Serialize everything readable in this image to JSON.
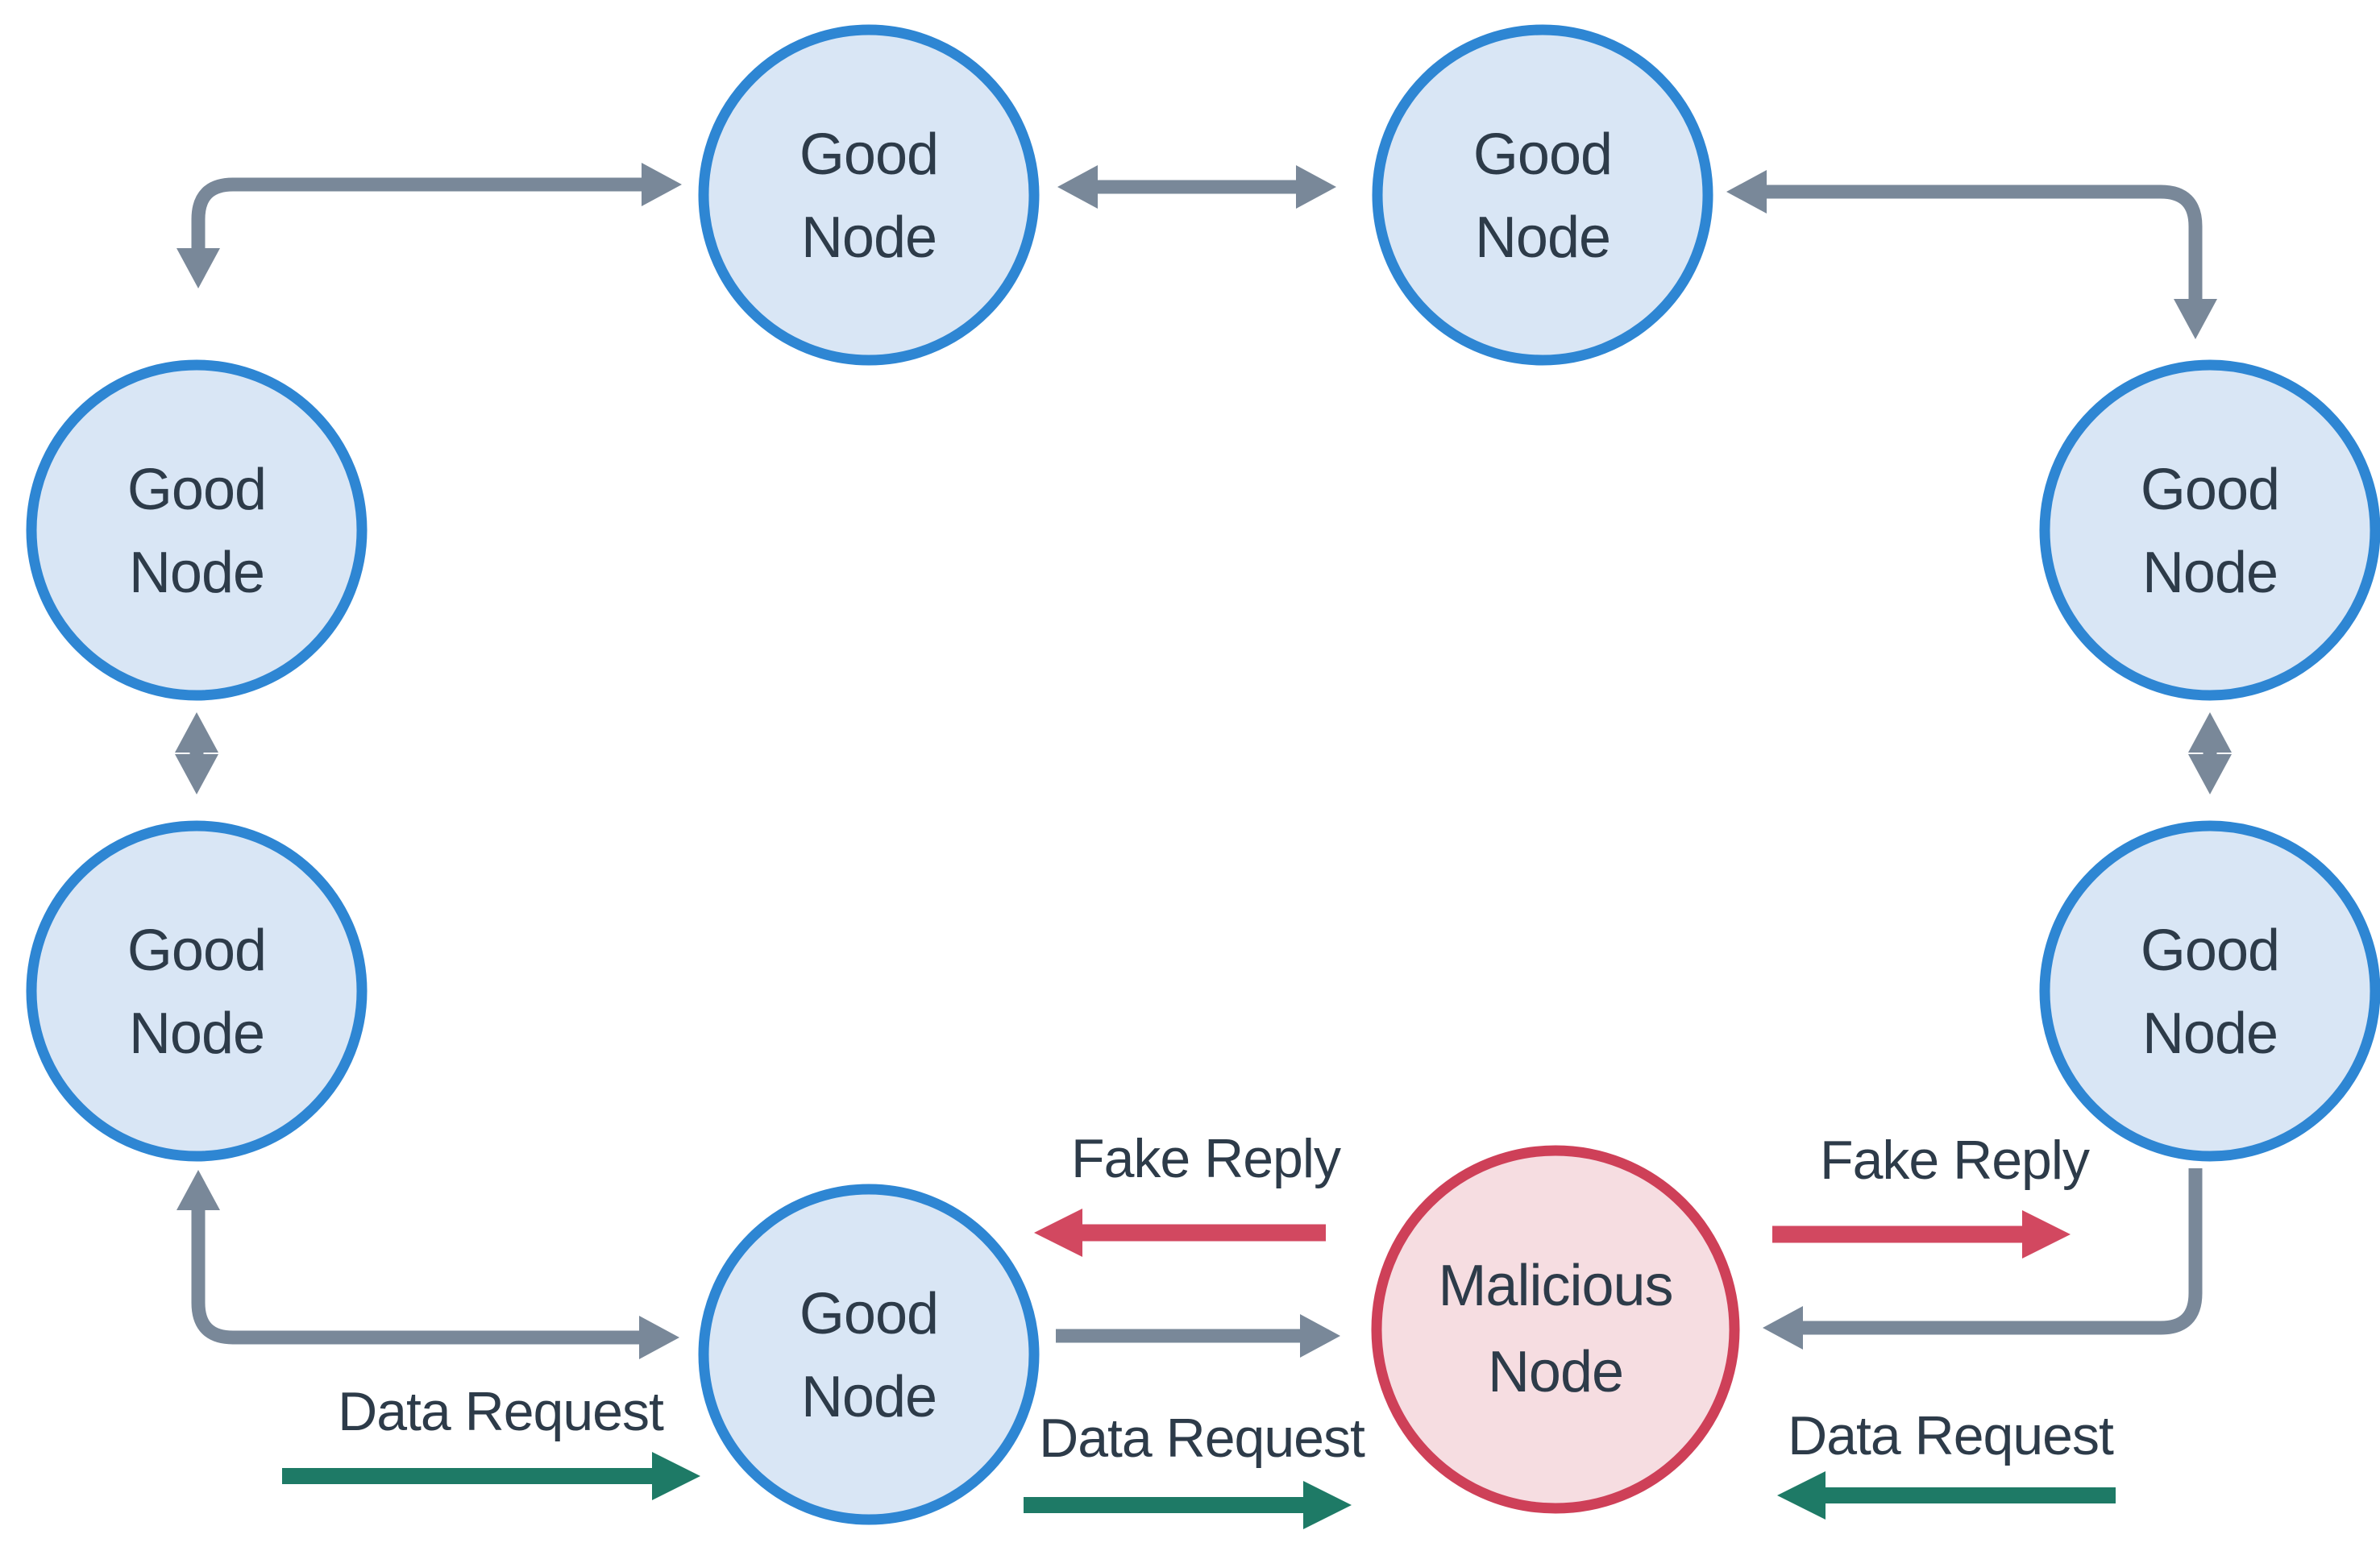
{
  "colors": {
    "background": "#ffffff",
    "good_node_fill": "#d9e6f5",
    "good_node_stroke": "#2e86d3",
    "malicious_node_fill": "#f6dde1",
    "malicious_node_stroke": "#ce4058",
    "arrow_gray": "#798899",
    "arrow_red": "#d24860",
    "arrow_green": "#1e7a66",
    "label_text": "#2d3b49"
  },
  "nodes": [
    {
      "id": "good-top-left",
      "type": "good",
      "label": "Good Node",
      "line1": "Good",
      "line2": "Node"
    },
    {
      "id": "good-top-right",
      "type": "good",
      "label": "Good Node",
      "line1": "Good",
      "line2": "Node"
    },
    {
      "id": "good-left-upper",
      "type": "good",
      "label": "Good Node",
      "line1": "Good",
      "line2": "Node"
    },
    {
      "id": "good-left-lower",
      "type": "good",
      "label": "Good Node",
      "line1": "Good",
      "line2": "Node"
    },
    {
      "id": "good-right-upper",
      "type": "good",
      "label": "Good Node",
      "line1": "Good",
      "line2": "Node"
    },
    {
      "id": "good-right-lower",
      "type": "good",
      "label": "Good Node",
      "line1": "Good",
      "line2": "Node"
    },
    {
      "id": "good-bottom-center",
      "type": "good",
      "label": "Good Node",
      "line1": "Good",
      "line2": "Node"
    },
    {
      "id": "malicious",
      "type": "malicious",
      "label": "Malicious Node",
      "line1": "Malicious",
      "line2": "Node"
    }
  ],
  "edge_labels": {
    "fake_reply_left": "Fake Reply",
    "fake_reply_right": "Fake Reply",
    "data_request_left": "Data Request",
    "data_request_center": "Data Request",
    "data_request_right": "Data Request"
  }
}
